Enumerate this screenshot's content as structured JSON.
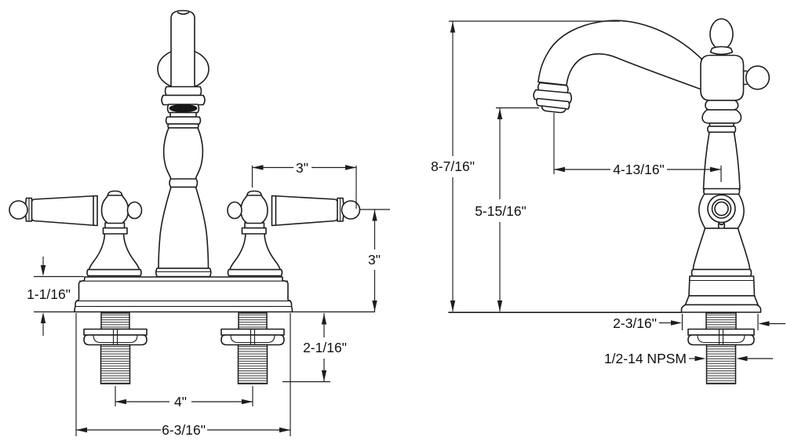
{
  "drawing": {
    "front_view": {
      "handle_span": "3\"",
      "handle_height": "3\"",
      "deck_plate_height": "1-1/16\"",
      "shank_length": "2-1/16\"",
      "faucet_center_spacing": "4\"",
      "overall_base_width": "6-3/16\""
    },
    "side_view": {
      "overall_height": "8-7/16\"",
      "spout_outlet_height": "5-15/16\"",
      "spout_reach": "4-13/16\"",
      "base_width": "2-3/16\"",
      "shank_thread": "1/2-14 NPSM"
    },
    "colors": {
      "line": "#1d1d1d",
      "background": "#ffffff",
      "aerator_fill": "#161616"
    }
  }
}
